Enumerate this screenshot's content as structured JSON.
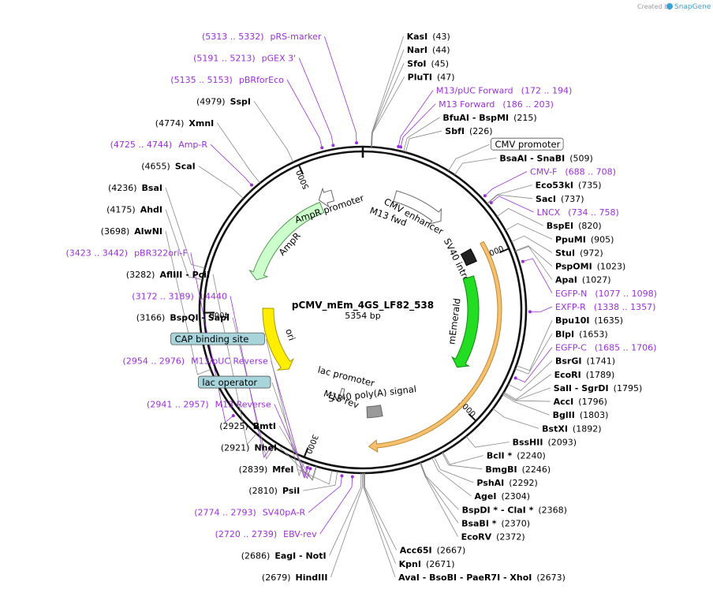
{
  "credit": {
    "text": "Created by",
    "brand": "SnapGene"
  },
  "plasmid": {
    "name": "pCMV_mEm_4GS_LF82_538",
    "length": "5354 bp",
    "total_bp": 5354
  },
  "ticks": [
    {
      "bp": 1000,
      "label": "1000"
    },
    {
      "bp": 2000,
      "label": "2000"
    },
    {
      "bp": 3000,
      "label": "3000"
    },
    {
      "bp": 4000,
      "label": "4000"
    },
    {
      "bp": 5000,
      "label": "5000"
    }
  ],
  "features": [
    {
      "name": "CMV enhancer",
      "start": 235,
      "end": 614,
      "dir": "fwd",
      "color": "#ffffff",
      "stroke": "#666666",
      "label": "CMV enhancer"
    },
    {
      "name": "SV40 intron",
      "start": 900,
      "end": 994,
      "dir": "none",
      "color": "#222222",
      "stroke": "#000000",
      "label": "SV40 intron"
    },
    {
      "name": "mEmerald",
      "start": 1085,
      "end": 1804,
      "dir": "fwd",
      "color": "#22dd22",
      "stroke": "#118811",
      "label": "mEmerald"
    },
    {
      "name": "SV40 poly(A) signal",
      "start": 2520,
      "end": 2642,
      "dir": "none",
      "color": "#999999",
      "stroke": "#666666",
      "label": "SV40 poly(A) signal"
    },
    {
      "name": "lac promoter",
      "start": 2870,
      "end": 2900,
      "dir": "none",
      "color": "#ffffff",
      "stroke": "#666666",
      "label": "lac promoter"
    },
    {
      "name": "ori",
      "start": 3440,
      "end": 4030,
      "dir": "rev",
      "color": "#ffee00",
      "stroke": "#aa9900",
      "label": "ori"
    },
    {
      "name": "AmpR",
      "start": 4250,
      "end": 5030,
      "dir": "rev",
      "color": "#ccffcc",
      "stroke": "#559955",
      "label": "AmpR"
    },
    {
      "name": "AmpR promoter",
      "start": 5030,
      "end": 5134,
      "dir": "rev",
      "color": "#ffffff",
      "stroke": "#666666",
      "label": "AmpR promoter"
    }
  ],
  "inner_labels": [
    {
      "text": "M13 fwd"
    },
    {
      "text": "M13 rev"
    }
  ],
  "sites": [
    {
      "name": "KasI",
      "pos": "(43)",
      "bp": 43,
      "label_side": "right"
    },
    {
      "name": "NarI",
      "pos": "(44)",
      "bp": 44,
      "label_side": "right"
    },
    {
      "name": "SfoI",
      "pos": "(45)",
      "bp": 45,
      "label_side": "right"
    },
    {
      "name": "PluTI",
      "pos": "(47)",
      "bp": 47,
      "label_side": "right"
    },
    {
      "name": "BfuAI - BspMI",
      "pos": "(215)",
      "bp": 215,
      "label_side": "right"
    },
    {
      "name": "SbfI",
      "pos": "(226)",
      "bp": 226,
      "label_side": "right"
    },
    {
      "name": "BsaAI - SnaBI",
      "pos": "(509)",
      "bp": 509,
      "label_side": "right"
    },
    {
      "name": "Eco53kI",
      "pos": "(735)",
      "bp": 735,
      "label_side": "right"
    },
    {
      "name": "SacI",
      "pos": "(737)",
      "bp": 737,
      "label_side": "right"
    },
    {
      "name": "BspEI",
      "pos": "(820)",
      "bp": 820,
      "label_side": "right"
    },
    {
      "name": "PpuMI",
      "pos": "(905)",
      "bp": 905,
      "label_side": "right"
    },
    {
      "name": "StuI",
      "pos": "(972)",
      "bp": 972,
      "label_side": "right"
    },
    {
      "name": "PspOMI",
      "pos": "(1023)",
      "bp": 1023,
      "label_side": "right"
    },
    {
      "name": "ApaI",
      "pos": "(1027)",
      "bp": 1027,
      "label_side": "right"
    },
    {
      "name": "Bpu10I",
      "pos": "(1635)",
      "bp": 1635,
      "label_side": "right"
    },
    {
      "name": "BlpI",
      "pos": "(1653)",
      "bp": 1653,
      "label_side": "right"
    },
    {
      "name": "BsrGI",
      "pos": "(1741)",
      "bp": 1741,
      "label_side": "right"
    },
    {
      "name": "EcoRI",
      "pos": "(1789)",
      "bp": 1789,
      "label_side": "right"
    },
    {
      "name": "SalI - SgrDI",
      "pos": "(1795)",
      "bp": 1795,
      "label_side": "right"
    },
    {
      "name": "AccI",
      "pos": "(1796)",
      "bp": 1796,
      "label_side": "right"
    },
    {
      "name": "BglII",
      "pos": "(1803)",
      "bp": 1803,
      "label_side": "right"
    },
    {
      "name": "BstXI",
      "pos": "(1892)",
      "bp": 1892,
      "label_side": "right"
    },
    {
      "name": "BssHII",
      "pos": "(2093)",
      "bp": 2093,
      "label_side": "right"
    },
    {
      "name": "BclI *",
      "pos": "(2240)",
      "bp": 2240,
      "label_side": "right"
    },
    {
      "name": "BmgBI",
      "pos": "(2246)",
      "bp": 2246,
      "label_side": "right"
    },
    {
      "name": "PshAI",
      "pos": "(2292)",
      "bp": 2292,
      "label_side": "right"
    },
    {
      "name": "AgeI",
      "pos": "(2304)",
      "bp": 2304,
      "label_side": "right"
    },
    {
      "name": "BspDI * - ClaI *",
      "pos": "(2368)",
      "bp": 2368,
      "label_side": "right"
    },
    {
      "name": "BsaBI *",
      "pos": "(2370)",
      "bp": 2370,
      "label_side": "right"
    },
    {
      "name": "EcoRV",
      "pos": "(2372)",
      "bp": 2372,
      "label_side": "right"
    },
    {
      "name": "Acc65I",
      "pos": "(2667)",
      "bp": 2667,
      "label_side": "right"
    },
    {
      "name": "KpnI",
      "pos": "(2671)",
      "bp": 2671,
      "label_side": "right"
    },
    {
      "name": "AvaI - BsoBI - PaeR7I - XhoI",
      "pos": "(2673)",
      "bp": 2673,
      "label_side": "right"
    },
    {
      "name": "HindIII",
      "pos": "(2679)",
      "bp": 2679,
      "label_side": "left"
    },
    {
      "name": "EagI - NotI",
      "pos": "(2686)",
      "bp": 2686,
      "label_side": "left"
    },
    {
      "name": "PsiI",
      "pos": "(2810)",
      "bp": 2810,
      "label_side": "left"
    },
    {
      "name": "MfeI",
      "pos": "(2839)",
      "bp": 2839,
      "label_side": "left"
    },
    {
      "name": "NheI",
      "pos": "(2921)",
      "bp": 2921,
      "label_side": "left"
    },
    {
      "name": "BmtI",
      "pos": "(2925)",
      "bp": 2925,
      "label_side": "left"
    },
    {
      "name": "BspQI - SapI",
      "pos": "(3166)",
      "bp": 3166,
      "label_side": "left"
    },
    {
      "name": "AflIII - PciI",
      "pos": "(3282)",
      "bp": 3282,
      "label_side": "left"
    },
    {
      "name": "AlwNI",
      "pos": "(3698)",
      "bp": 3698,
      "label_side": "left"
    },
    {
      "name": "AhdI",
      "pos": "(4175)",
      "bp": 4175,
      "label_side": "left"
    },
    {
      "name": "BsaI",
      "pos": "(4236)",
      "bp": 4236,
      "label_side": "left"
    },
    {
      "name": "ScaI",
      "pos": "(4655)",
      "bp": 4655,
      "label_side": "left"
    },
    {
      "name": "XmnI",
      "pos": "(4774)",
      "bp": 4774,
      "label_side": "left"
    },
    {
      "name": "SspI",
      "pos": "(4979)",
      "bp": 4979,
      "label_side": "left"
    }
  ],
  "primers": [
    {
      "name": "M13/pUC Forward",
      "range": "(172 .. 194)",
      "bp": 183,
      "label_side": "right"
    },
    {
      "name": "M13 Forward",
      "range": "(186 .. 203)",
      "bp": 195,
      "label_side": "right"
    },
    {
      "name": "CMV-F",
      "range": "(688 .. 708)",
      "bp": 698,
      "label_side": "right"
    },
    {
      "name": "LNCX",
      "range": "(734 .. 758)",
      "bp": 746,
      "label_side": "right"
    },
    {
      "name": "EGFP-N",
      "range": "(1077 .. 1098)",
      "bp": 1088,
      "label_side": "right"
    },
    {
      "name": "EXFP-R",
      "range": "(1338 .. 1357)",
      "bp": 1348,
      "label_side": "right"
    },
    {
      "name": "EGFP-C",
      "range": "(1685 .. 1706)",
      "bp": 1696,
      "label_side": "right"
    },
    {
      "name": "EBV-rev",
      "range": "(2720 .. 2739)",
      "bp": 2730,
      "label_side": "left"
    },
    {
      "name": "SV40pA-R",
      "range": "(2774 .. 2793)",
      "bp": 2784,
      "label_side": "left"
    },
    {
      "name": "M13 Reverse",
      "range": "(2941 .. 2957)",
      "bp": 2949,
      "label_side": "left"
    },
    {
      "name": "M13/pUC Reverse",
      "range": "(2954 .. 2976)",
      "bp": 2965,
      "label_side": "left"
    },
    {
      "name": "L4440",
      "range": "(3172 .. 3189)",
      "bp": 3180,
      "label_side": "left"
    },
    {
      "name": "pBR322ori-F",
      "range": "(3423 .. 3442)",
      "bp": 3432,
      "label_side": "left"
    },
    {
      "name": "Amp-R",
      "range": "(4725 .. 4744)",
      "bp": 4734,
      "label_side": "left"
    },
    {
      "name": "pBRforEco",
      "range": "(5135 .. 5153)",
      "bp": 5144,
      "label_side": "left"
    },
    {
      "name": "pGEX 3'",
      "range": "(5191 .. 5213)",
      "bp": 5202,
      "label_side": "left"
    },
    {
      "name": "pRS-marker",
      "range": "(5313 .. 5332)",
      "bp": 5322,
      "label_side": "left"
    }
  ],
  "boxed_features": [
    {
      "name": "CMV promoter",
      "bp": 470,
      "fill": "#ffffff",
      "label_side": "right"
    },
    {
      "name": "CAP binding site",
      "bp": 2990,
      "fill": "#a8d4dc",
      "label_side": "left"
    },
    {
      "name": "lac operator",
      "bp": 2960,
      "fill": "#a8d4dc",
      "label_side": "left"
    }
  ],
  "colors": {
    "primer": "#9b30d9",
    "backbone": "#111111",
    "leader": "#888888"
  }
}
